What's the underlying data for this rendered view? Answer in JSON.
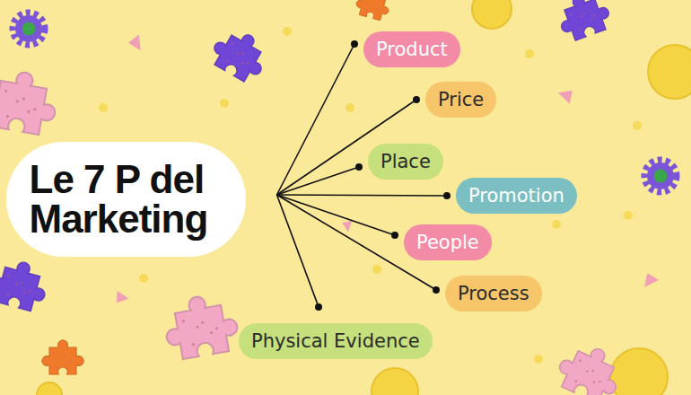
{
  "diagram": {
    "nodes": [
      {
        "text": [
          "Le 7 P del Marketing"
        ]
      },
      {
        "text": [
          "Product"
        ]
      },
      {
        "text": [
          "Price"
        ]
      },
      {
        "text": [
          "Place"
        ]
      },
      {
        "text": [
          "Promotion"
        ]
      },
      {
        "text": [
          "People"
        ]
      },
      {
        "text": [
          "Process"
        ]
      },
      {
        "text": [
          "Physical Evidence"
        ]
      }
    ],
    "edges": [
      {
        "from": 0,
        "to": 1,
        "arrow": "none"
      },
      {
        "from": 0,
        "to": 2,
        "arrow": "none"
      },
      {
        "from": 0,
        "to": 3,
        "arrow": "none"
      },
      {
        "from": 0,
        "to": 4,
        "arrow": "none"
      },
      {
        "from": 0,
        "to": 5,
        "arrow": "none"
      },
      {
        "from": 0,
        "to": 6,
        "arrow": "none"
      },
      {
        "from": 0,
        "to": 7,
        "arrow": "none"
      }
    ]
  }
}
